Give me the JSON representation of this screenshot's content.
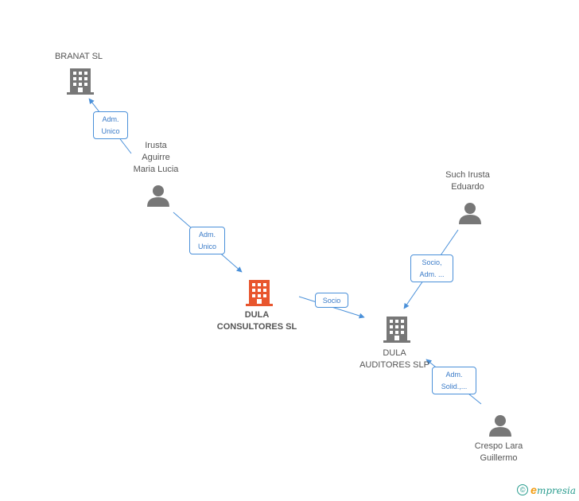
{
  "nodes": {
    "branat": {
      "lines": [
        "BRANAT SL"
      ]
    },
    "irusta": {
      "lines": [
        "Irusta",
        "Aguirre",
        "Maria Lucia"
      ]
    },
    "such": {
      "lines": [
        "Such Irusta",
        "Eduardo"
      ]
    },
    "dula_consultores": {
      "lines": [
        "DULA",
        "CONSULTORES SL"
      ]
    },
    "dula_auditores": {
      "lines": [
        "DULA",
        "AUDITORES SLP"
      ]
    },
    "crespo": {
      "lines": [
        "Crespo Lara",
        "Guillermo"
      ]
    }
  },
  "relations": {
    "irusta_branat": {
      "lines": [
        "Adm.",
        "Unico"
      ]
    },
    "irusta_dula": {
      "lines": [
        "Adm.",
        "Unico"
      ]
    },
    "dula_auditores": {
      "lines": [
        "Socio"
      ]
    },
    "such_auditores": {
      "lines": [
        "Socio,",
        "Adm. ..."
      ]
    },
    "crespo_auditores": {
      "lines": [
        "Adm.",
        "Solid.,..."
      ]
    }
  },
  "footer": {
    "copyright": "©",
    "brand_first": "e",
    "brand_rest": "mpresia"
  },
  "colors": {
    "edge": "#4a90d9",
    "building": "#777777",
    "building_main": "#e8562e",
    "person": "#777777"
  }
}
